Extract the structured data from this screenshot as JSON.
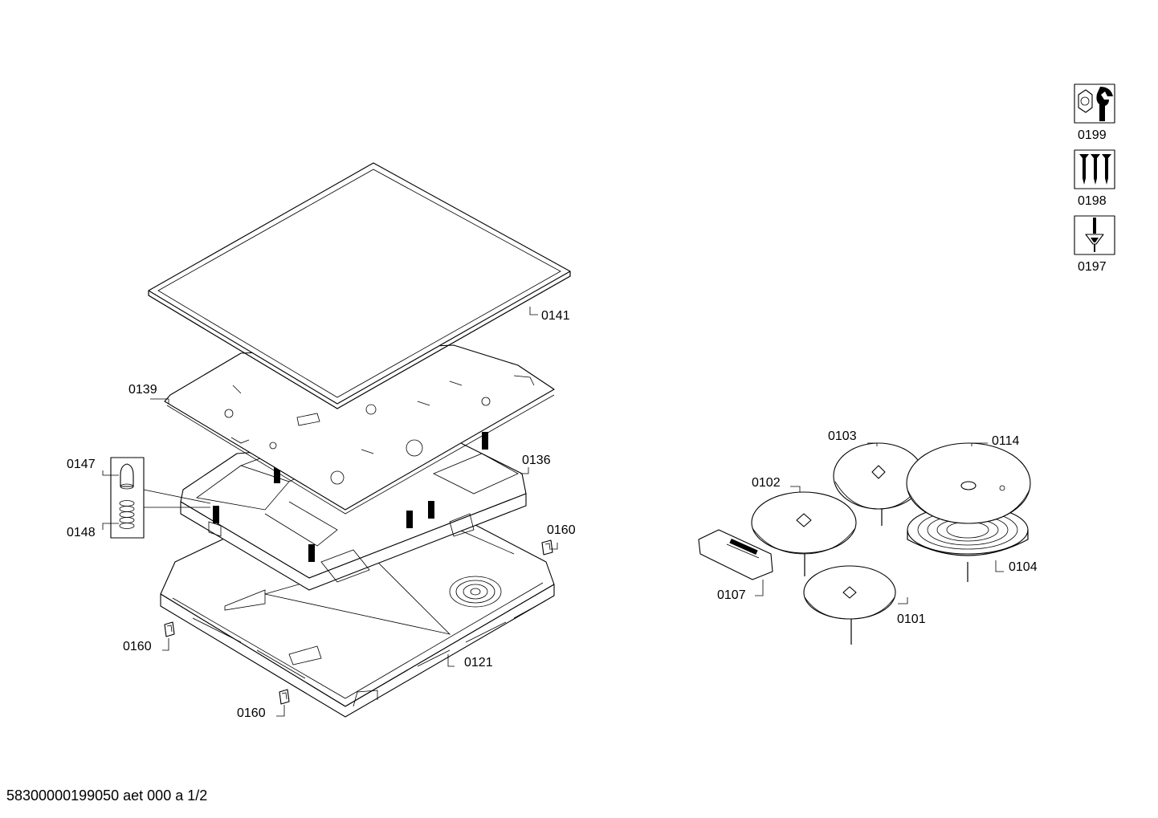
{
  "labels": {
    "p0141": "0141",
    "p0139": "0139",
    "p0136": "0136",
    "p0147": "0147",
    "p0148": "0148",
    "p0160a": "0160",
    "p0160b": "0160",
    "p0160c": "0160",
    "p0121": "0121",
    "p0103": "0103",
    "p0114": "0114",
    "p0102": "0102",
    "p0104": "0104",
    "p0107": "0107",
    "p0101": "0101",
    "p0199": "0199",
    "p0198": "0198",
    "p0197": "0197"
  },
  "icons": {
    "p0199": "wrench-nut-icon",
    "p0198": "screws-icon",
    "p0197": "screwdriver-icon"
  },
  "footer": "58300000199050 aet 000 a  1/2"
}
